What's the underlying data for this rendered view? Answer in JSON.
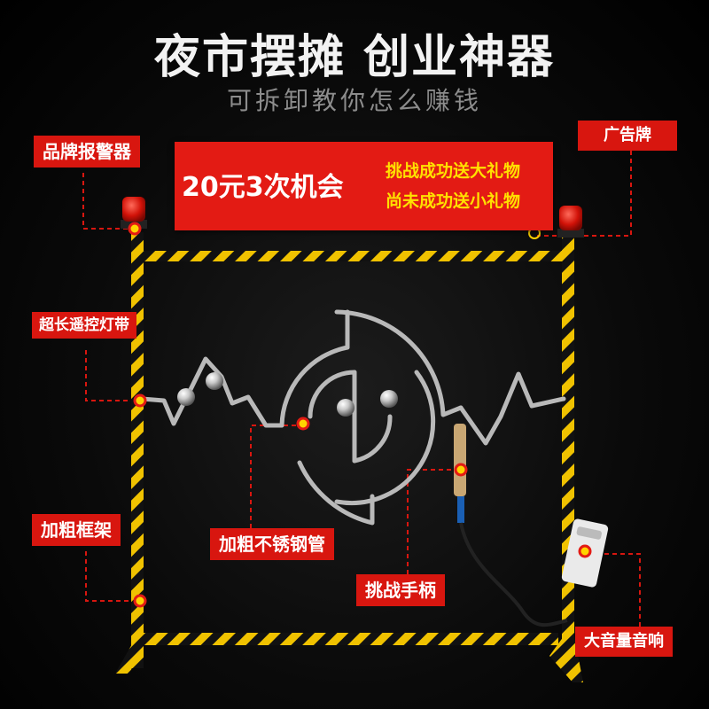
{
  "header": {
    "title": "夜市摆摊 创业神器",
    "subtitle": "可拆卸教你怎么赚钱"
  },
  "banner": {
    "offer": "20元3次机会",
    "line1": "挑战成功送大礼物",
    "line2": "尚未成功送小礼物"
  },
  "labels": {
    "brand_alarm": "品牌报警器",
    "ad_sign": "广告牌",
    "led_strip": "超长遥控灯带",
    "thick_frame": "加粗框架",
    "steel_pipe": "加粗不锈钢管",
    "handle": "挑战手柄",
    "speaker": "大音量音响"
  },
  "colors": {
    "label_bg": "#d8160f",
    "banner_bg": "#e31b14",
    "banner_highlight": "#ffe100",
    "stripe_yellow": "#f0c200",
    "steel": "#b9b9b9",
    "dot": "#ffd400"
  }
}
